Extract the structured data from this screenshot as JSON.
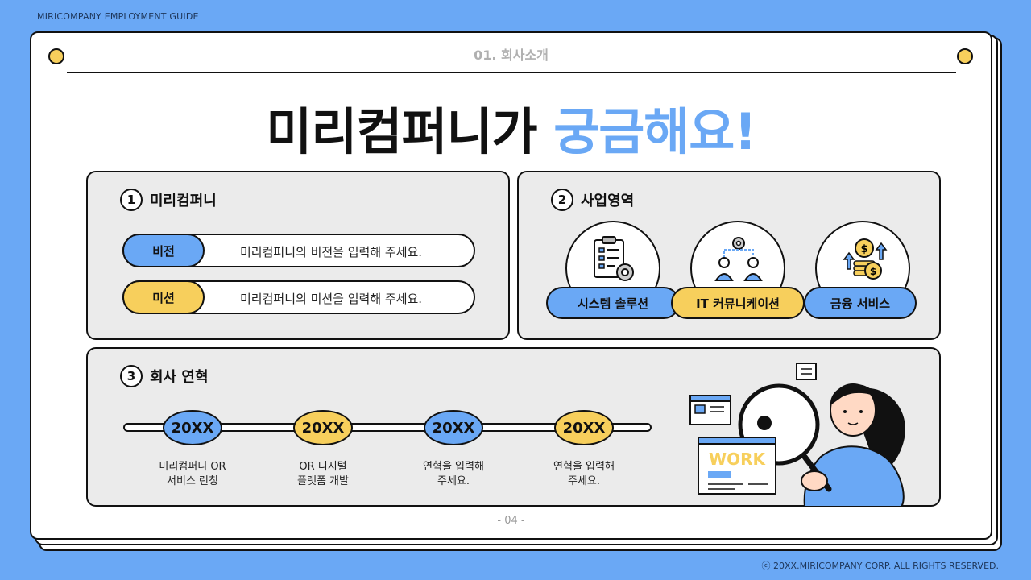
{
  "header": {
    "top_label": "MIRICOMPANY EMPLOYMENT GUIDE",
    "section": "01. 회사소개"
  },
  "headline": {
    "main": "미리컴퍼니가 ",
    "accent": "궁금해요!"
  },
  "panel1": {
    "number": "1",
    "title": "미리컴퍼니",
    "rows": [
      {
        "tag": "비전",
        "text": "미리컴퍼니의 비전을 입력해 주세요."
      },
      {
        "tag": "미션",
        "text": "미리컴퍼니의 미션을 입력해 주세요."
      }
    ]
  },
  "panel2": {
    "number": "2",
    "title": "사업영역",
    "items": [
      {
        "label": "시스템 솔루션",
        "icon": "clipboard-gear-icon"
      },
      {
        "label": "IT 커뮤니케이션",
        "icon": "people-network-icon"
      },
      {
        "label": "금융 서비스",
        "icon": "coins-growth-icon"
      }
    ]
  },
  "panel3": {
    "number": "3",
    "title": "회사 연혁",
    "events": [
      {
        "year": "20XX",
        "line1": "미리컴퍼니 OR",
        "line2": "서비스 런칭"
      },
      {
        "year": "20XX",
        "line1": "OR 디지털",
        "line2": "플랫폼 개발"
      },
      {
        "year": "20XX",
        "line1": "연혁을 입력해",
        "line2": "주세요."
      },
      {
        "year": "20XX",
        "line1": "연혁을 입력해",
        "line2": "주세요."
      }
    ],
    "illustration": {
      "word": "WORK"
    }
  },
  "footer": {
    "page": "- 04 -",
    "copyright": "ⓒ 20XX.MIRICOMPANY CORP. ALL RIGHTS RESERVED."
  },
  "colors": {
    "blue": "#6aa8f5",
    "yellow": "#f7cf5c",
    "panel": "#ebebeb"
  }
}
